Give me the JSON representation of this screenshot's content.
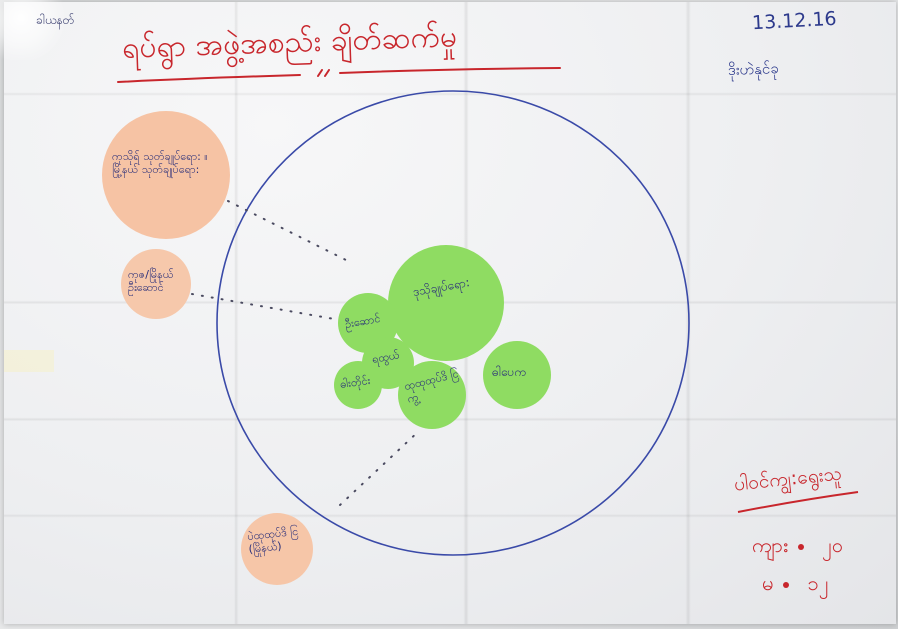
{
  "header": {
    "title": "ရပ်ရွာ အဖွဲ့အစည်း ချိတ်ဆက်မှု",
    "village": "ခါယနတ်",
    "date": "13.12.16",
    "place": "ဒိုးဟဲနုင်ခု"
  },
  "outside_circles": [
    {
      "text": "ကုသိုရ် သုတ်ချုပ်ရော: ။ မြို့နယ် သုတ်ချုပ်ရော:"
    },
    {
      "text": "ကုဇ/မြိုနယ် ဦးဆောင်"
    },
    {
      "text": "ပဲထုထုပ်ဒိ ငြ (မြိုနယ်)"
    }
  ],
  "inner_circles": [
    {
      "text": "ဒုသိုချုပ်ရော:"
    },
    {
      "text": "ဦးဆောင်"
    },
    {
      "text": "ရထွယ်"
    },
    {
      "text": "ဓါးတိုင်း"
    },
    {
      "text": "ထုထုထုပ်ဒိ ငြ ကွ့"
    },
    {
      "text": "ဓါပေက"
    }
  ],
  "legend": {
    "title": "ပါဝင်ကျွ:ရွေးသူ",
    "rows": [
      {
        "label": "ကျား",
        "value": "၂၀"
      },
      {
        "label": "မ",
        "value": "၁၂"
      }
    ]
  },
  "colors": {
    "paper": "#eeeff1",
    "outer_ring": "#3a4aa8",
    "ink_red": "#c8262c",
    "ink_blue": "#2a2f7a",
    "green_circle": "#8fdc62",
    "peach_circle": "#f6c3a4"
  }
}
